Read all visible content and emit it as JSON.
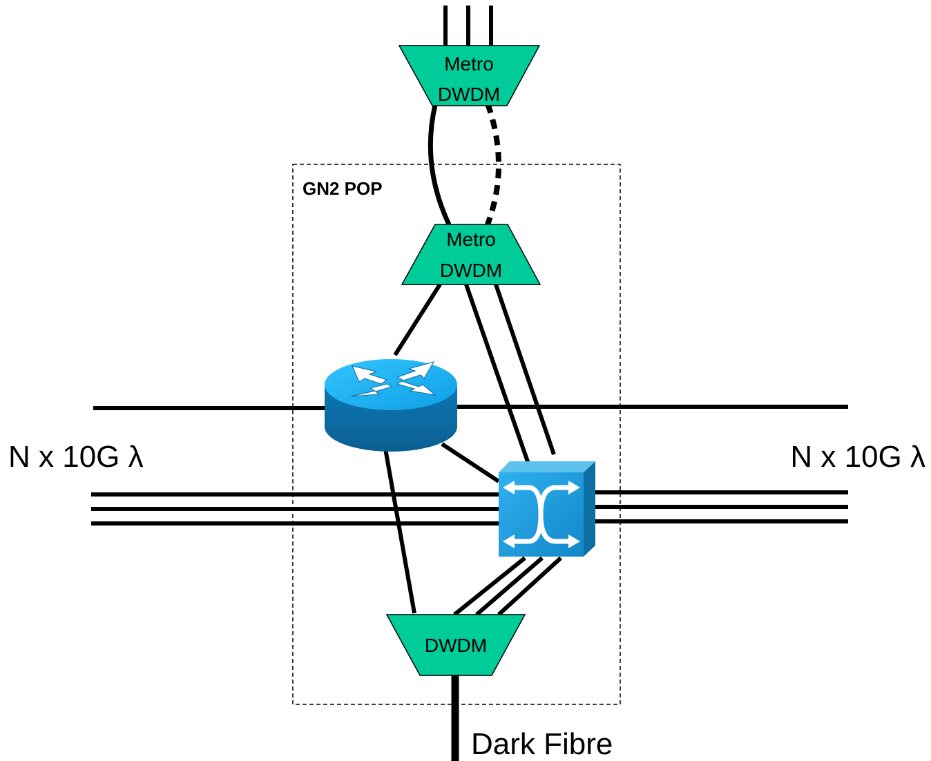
{
  "pop_label": "GN2 POP",
  "devices": {
    "top_dwdm": {
      "line1": "Metro",
      "line2": "DWDM"
    },
    "pop_dwdm": {
      "line1": "Metro",
      "line2": "DWDM"
    },
    "bottom_dwdm": {
      "line1": "DWDM"
    },
    "router": {
      "icon": "router-icon"
    },
    "switch": {
      "icon": "optical-switch-icon"
    }
  },
  "left_label": "N x 10G λ",
  "right_label": "N x 10G λ",
  "fibre_label": "Dark Fibre",
  "colors": {
    "dwdm_fill": "#00cc99",
    "router_top": "#1ea7e8",
    "router_side": "#0f6fa8",
    "switch_front": "#1a9ad6",
    "switch_side": "#0d6ea3",
    "line": "#000000"
  }
}
